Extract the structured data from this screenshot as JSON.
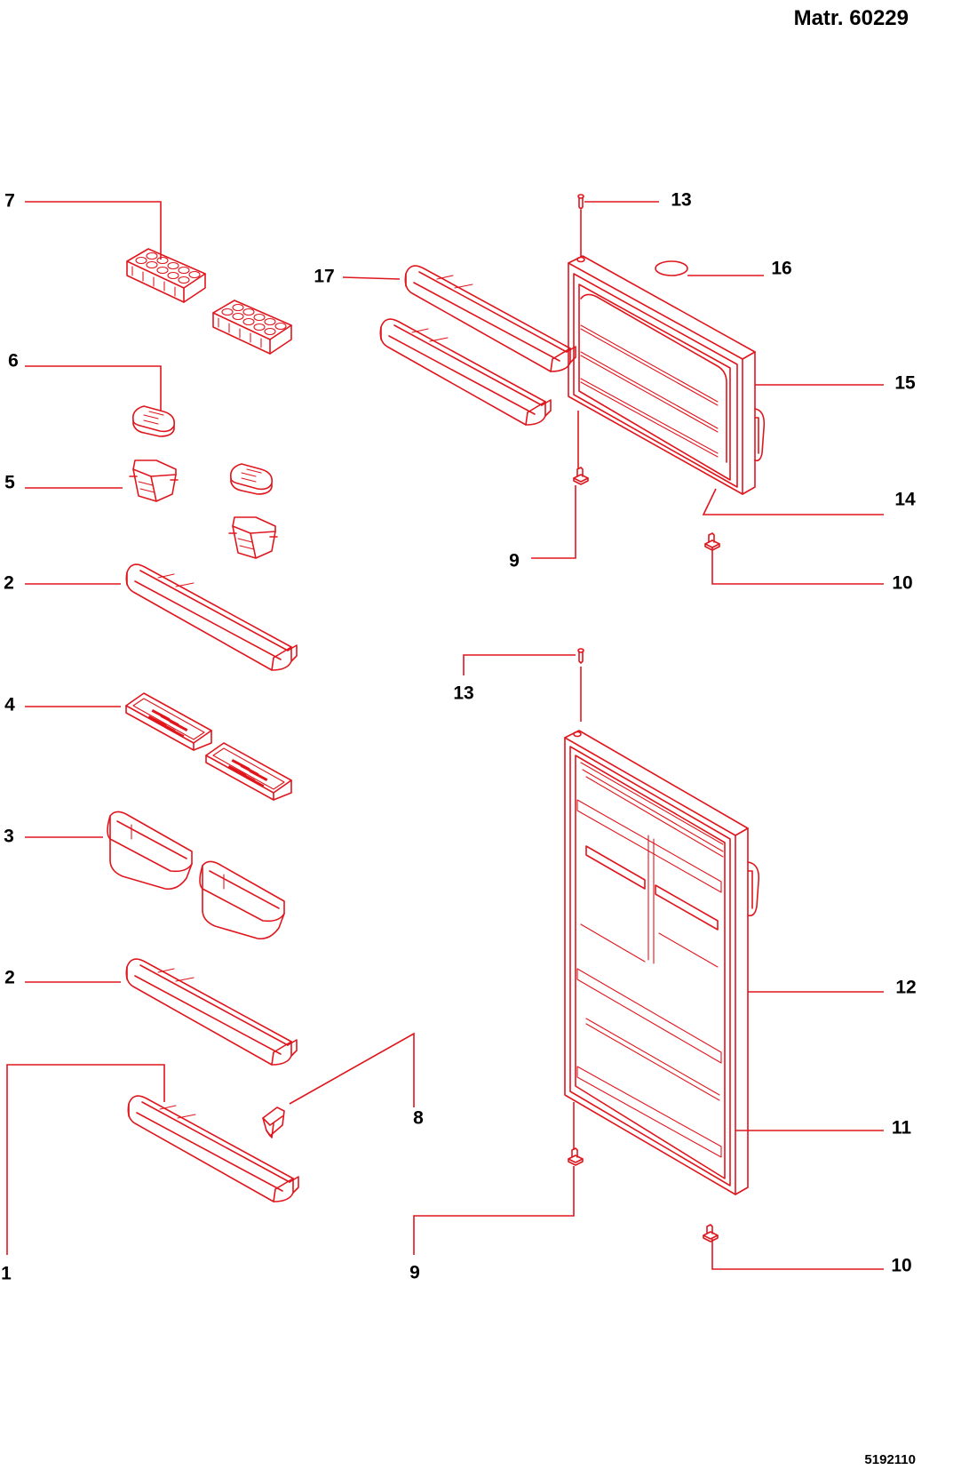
{
  "header": {
    "title": "Matr. 60229"
  },
  "footer": {
    "code": "5192110"
  },
  "colors": {
    "line": "#e0161d",
    "text": "#000000",
    "background": "#ffffff"
  },
  "callouts": {
    "c7": "7",
    "c6": "6",
    "c5": "5",
    "c2a": "2",
    "c4": "4",
    "c3": "3",
    "c2b": "2",
    "c1": "1",
    "c8": "8",
    "c9a": "9",
    "c9b": "9",
    "c13a": "13",
    "c13b": "13",
    "c17": "17",
    "c16": "16",
    "c15": "15",
    "c14": "14",
    "c10a": "10",
    "c10b": "10",
    "c12": "12",
    "c11": "11"
  }
}
